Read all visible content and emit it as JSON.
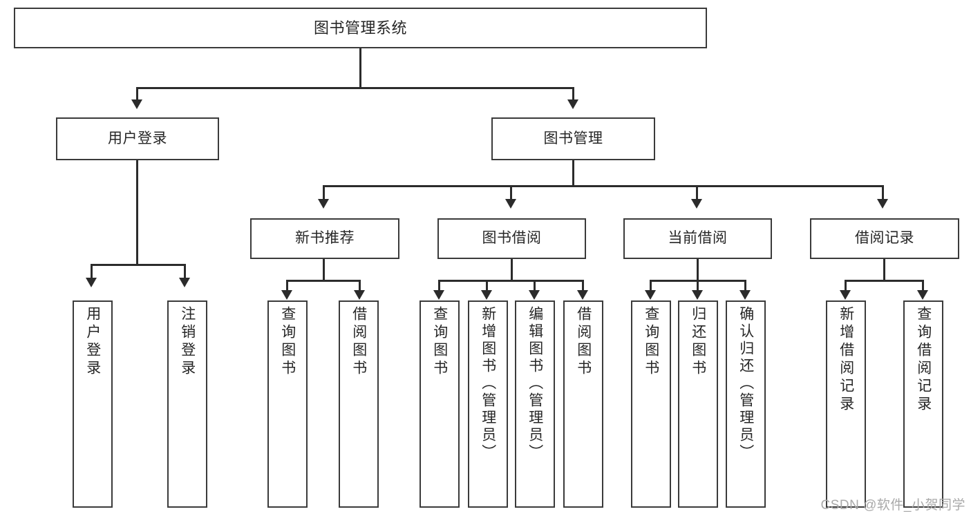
{
  "diagram": {
    "type": "tree",
    "title": "图书管理系统",
    "root": {
      "id": "root",
      "label": "图书管理系统"
    },
    "level2": [
      {
        "id": "user-login",
        "label": "用户登录"
      },
      {
        "id": "book-manage",
        "label": "图书管理"
      }
    ],
    "level3": [
      {
        "id": "new-book-rec",
        "label": "新书推荐"
      },
      {
        "id": "book-borrow",
        "label": "图书借阅"
      },
      {
        "id": "current-borrow",
        "label": "当前借阅"
      },
      {
        "id": "borrow-record",
        "label": "借阅记录"
      }
    ],
    "leaves": {
      "user_login": [
        {
          "id": "leaf-user-login",
          "label": "用户登录"
        },
        {
          "id": "leaf-user-logout",
          "label": "注销登录"
        }
      ],
      "new_book_rec": [
        {
          "id": "leaf-query-book-1",
          "label": "查询图书"
        },
        {
          "id": "leaf-borrow-book-1",
          "label": "借阅图书"
        }
      ],
      "book_borrow": [
        {
          "id": "leaf-query-book-2",
          "label": "查询图书"
        },
        {
          "id": "leaf-add-book",
          "label": "新增图书（管理员）"
        },
        {
          "id": "leaf-edit-book",
          "label": "编辑图书（管理员）"
        },
        {
          "id": "leaf-borrow-book-2",
          "label": "借阅图书"
        }
      ],
      "current_borrow": [
        {
          "id": "leaf-query-book-3",
          "label": "查询图书"
        },
        {
          "id": "leaf-return-book",
          "label": "归还图书"
        },
        {
          "id": "leaf-confirm-return",
          "label": "确认归还（管理员）"
        }
      ],
      "borrow_record": [
        {
          "id": "leaf-add-record",
          "label": "新增借阅记录"
        },
        {
          "id": "leaf-query-record",
          "label": "查询借阅记录"
        }
      ]
    },
    "colors": {
      "border": "#3a3a3a",
      "connector": "#2b2b2b",
      "background": "#ffffff",
      "text": "#262626",
      "watermark": "#a9a9a9"
    }
  },
  "watermark": {
    "text": "CSDN @软件_小贺同学"
  }
}
